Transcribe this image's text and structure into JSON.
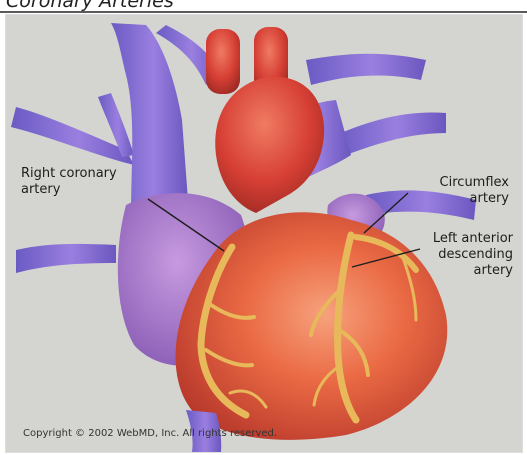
{
  "figure": {
    "title": "Coronary Arteries",
    "copyright": "Copyright © 2002 WebMD, Inc. All rights reserved.",
    "labels": {
      "right_coronary": [
        "Right coronary",
        "artery"
      ],
      "circumflex": [
        "Circumflex",
        "artery"
      ],
      "lad": [
        "Left anterior",
        "descending",
        "artery"
      ]
    }
  },
  "colors": {
    "background": "#d4d5d0",
    "vein": "#8f6fd0",
    "heart": "#e25a3a",
    "aorta": "#d63f34",
    "artery": "#e7b95a"
  }
}
